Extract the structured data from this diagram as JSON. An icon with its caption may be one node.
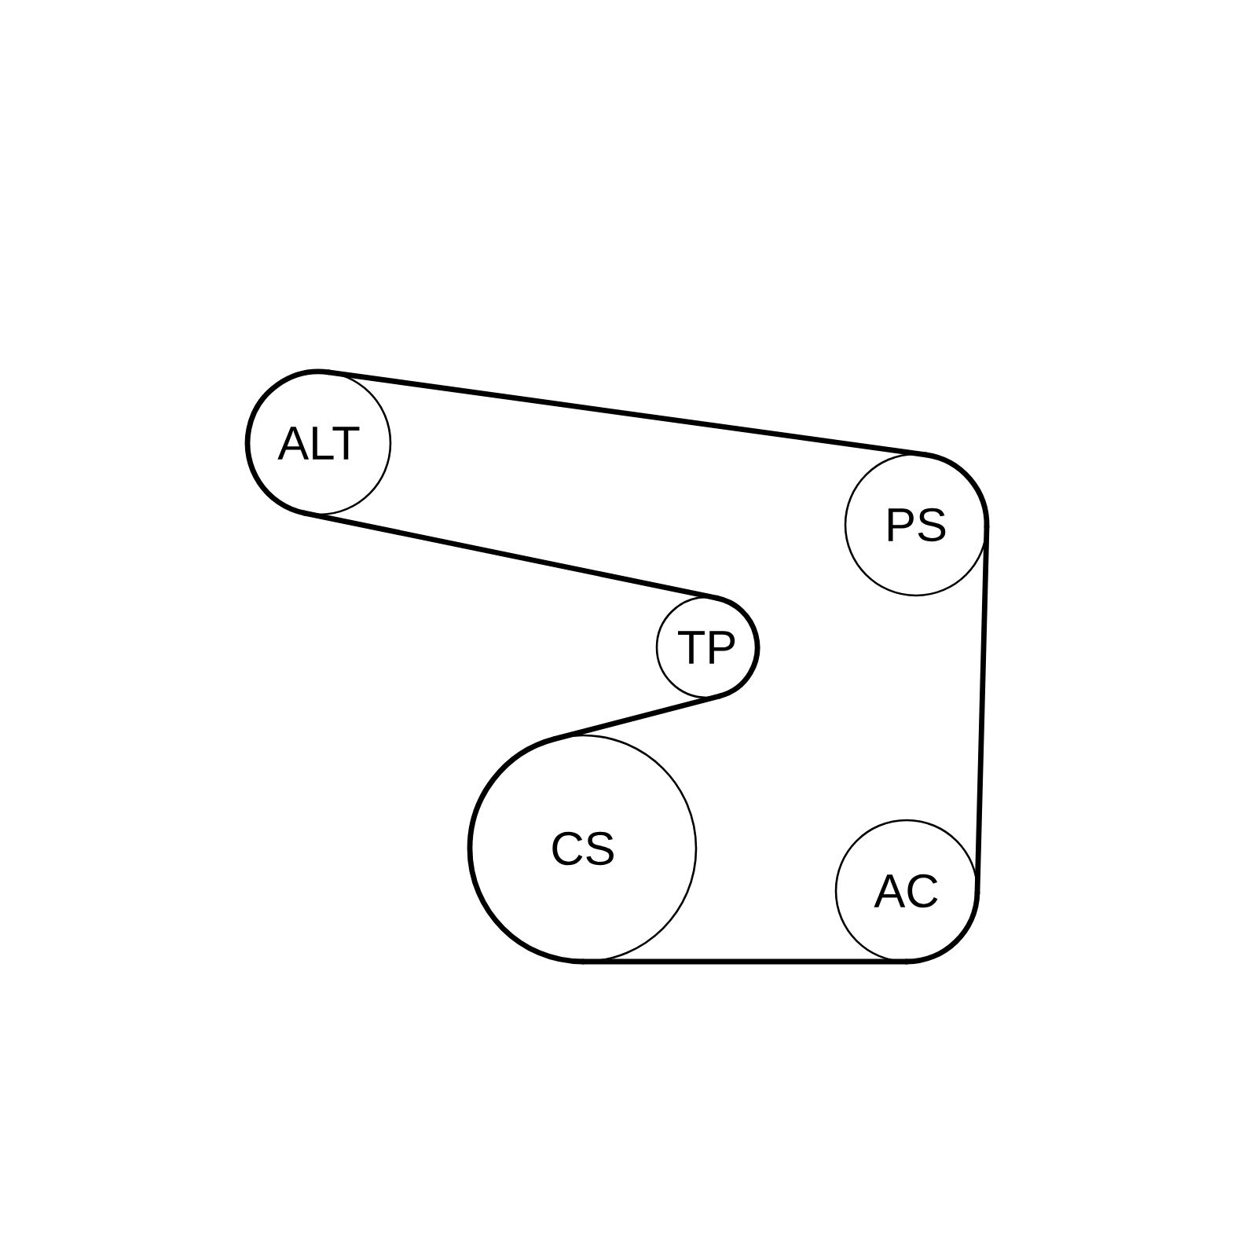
{
  "diagram": {
    "nodes": [
      {
        "text": [
          "ALT"
        ]
      },
      {
        "text": [
          "PS"
        ]
      },
      {
        "text": [
          "TP"
        ]
      },
      {
        "text": [
          "CS"
        ]
      },
      {
        "text": [
          "AC"
        ]
      }
    ],
    "edges": [
      {
        "from": 0,
        "to": 1,
        "arrow": "none"
      },
      {
        "from": 1,
        "to": 4,
        "arrow": "none"
      },
      {
        "from": 4,
        "to": 3,
        "arrow": "none"
      },
      {
        "from": 3,
        "to": 2,
        "arrow": "none"
      },
      {
        "from": 2,
        "to": 0,
        "arrow": "none"
      }
    ]
  }
}
